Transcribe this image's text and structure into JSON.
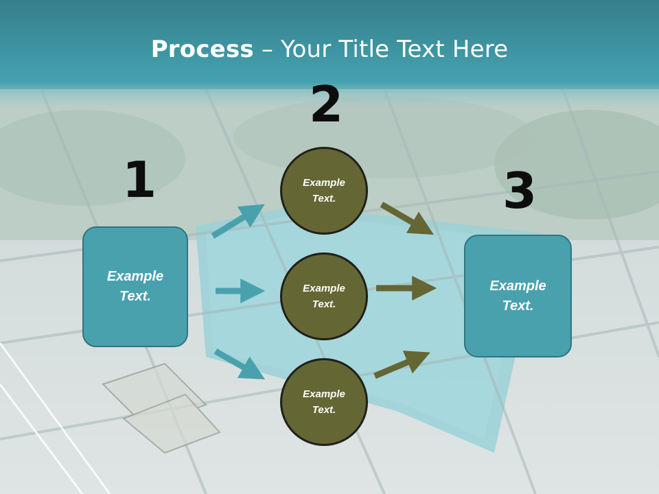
{
  "title": {
    "bold": "Process",
    "rest": " – Your Title Text Here"
  },
  "steps": [
    {
      "number": "1",
      "text": "Example\nText."
    },
    {
      "number": "2",
      "items": [
        "Example\nText.",
        "Example\nText.",
        "Example\nText."
      ]
    },
    {
      "number": "3",
      "text": "Example\nText."
    }
  ],
  "colors": {
    "header_band": "#3d98a6",
    "box_fill": "#4aa1ae",
    "circle_fill": "#646634",
    "arrow_teal": "#4aa1ae",
    "arrow_olive": "#646634"
  }
}
